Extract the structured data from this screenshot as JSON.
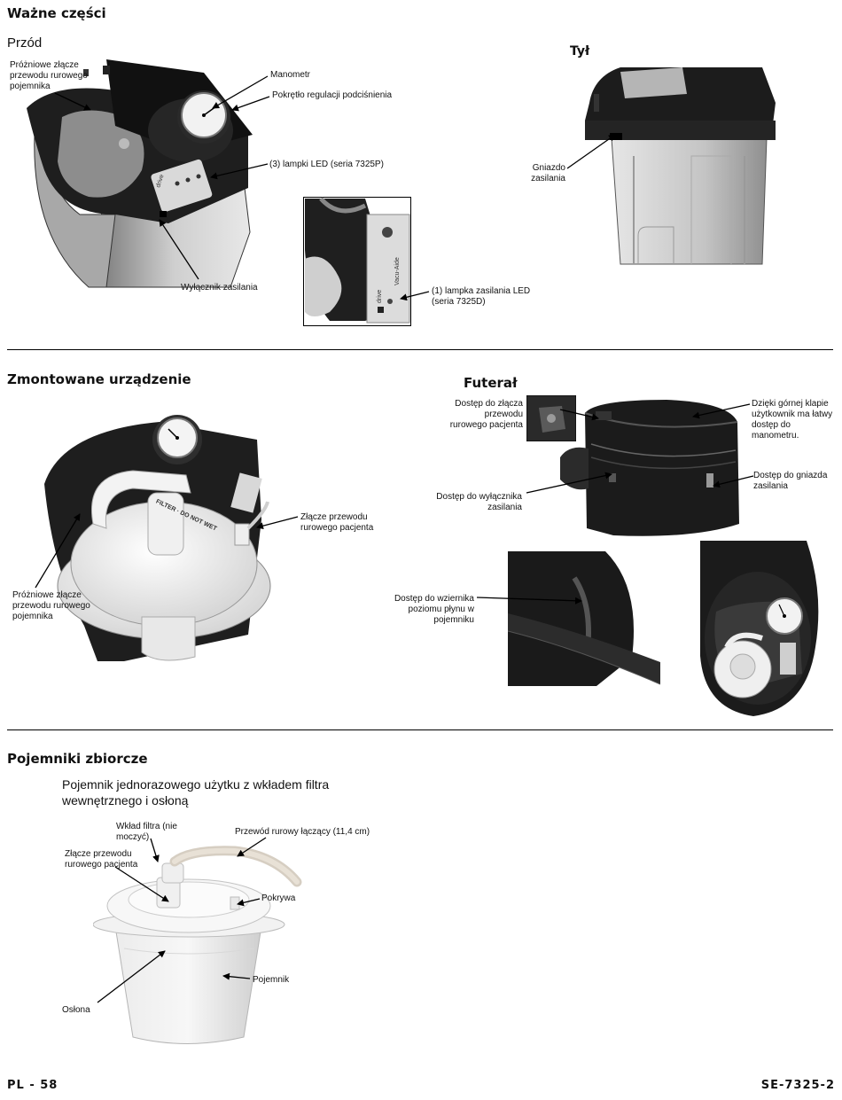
{
  "page": {
    "title": "Ważne części",
    "footer_left": "PL - 58",
    "footer_right": "SE-7325-2"
  },
  "front": {
    "heading": "Przód",
    "vacuum_port": "Próżniowe złącze\nprzewodu rurowego\npojemnika",
    "manometer": "Manometr",
    "vacuum_knob": "Pokrętło regulacji podciśnienia",
    "leds_p": "(3) lampki LED (seria 7325P)",
    "power_switch": "Wyłącznik zasilania",
    "led_d": "(1) lampka zasilania LED\n(seria 7325D)",
    "brand_drive": "drive",
    "brand_vacu": "Vacu-Aide"
  },
  "back": {
    "heading": "Tył",
    "power_socket": "Gniazdo\nzasilania"
  },
  "assembled": {
    "heading": "Zmontowane urządzenie",
    "patient_port": "Złącze przewodu\nrurowego pacjenta",
    "vacuum_port": "Próżniowe złącze\nprzewodu rurowego\npojemnika",
    "filter_text": "FILTER · DO NOT WET"
  },
  "case": {
    "heading": "Futerał",
    "patient_access": "Dostęp do złącza\nprzewodu\nrurowego pacjenta",
    "top_flap": "Dzięki górnej klapie\nużytkownik ma łatwy\ndostęp do\nmanometru.",
    "socket_access": "Dostęp do gniazda\nzasilania",
    "switch_access": "Dostęp do wyłącznika\nzasilania",
    "sight_glass": "Dostęp do wziernika\npoziomu płynu w\npojemniku"
  },
  "containers": {
    "heading": "Pojemniki zbiorcze",
    "subheading": "Pojemnik jednorazowego użytku z wkładem filtra\nwewnętrznego i osłoną",
    "filter": "Wkład filtra (nie\nmoczyć)",
    "tube": "Przewód rurowy łączący (11,4 cm)",
    "patient_port": "Złącze przewodu\nrurowego pacjenta",
    "lid": "Pokrywa",
    "container": "Pojemnik",
    "sleeve": "Osłona"
  }
}
